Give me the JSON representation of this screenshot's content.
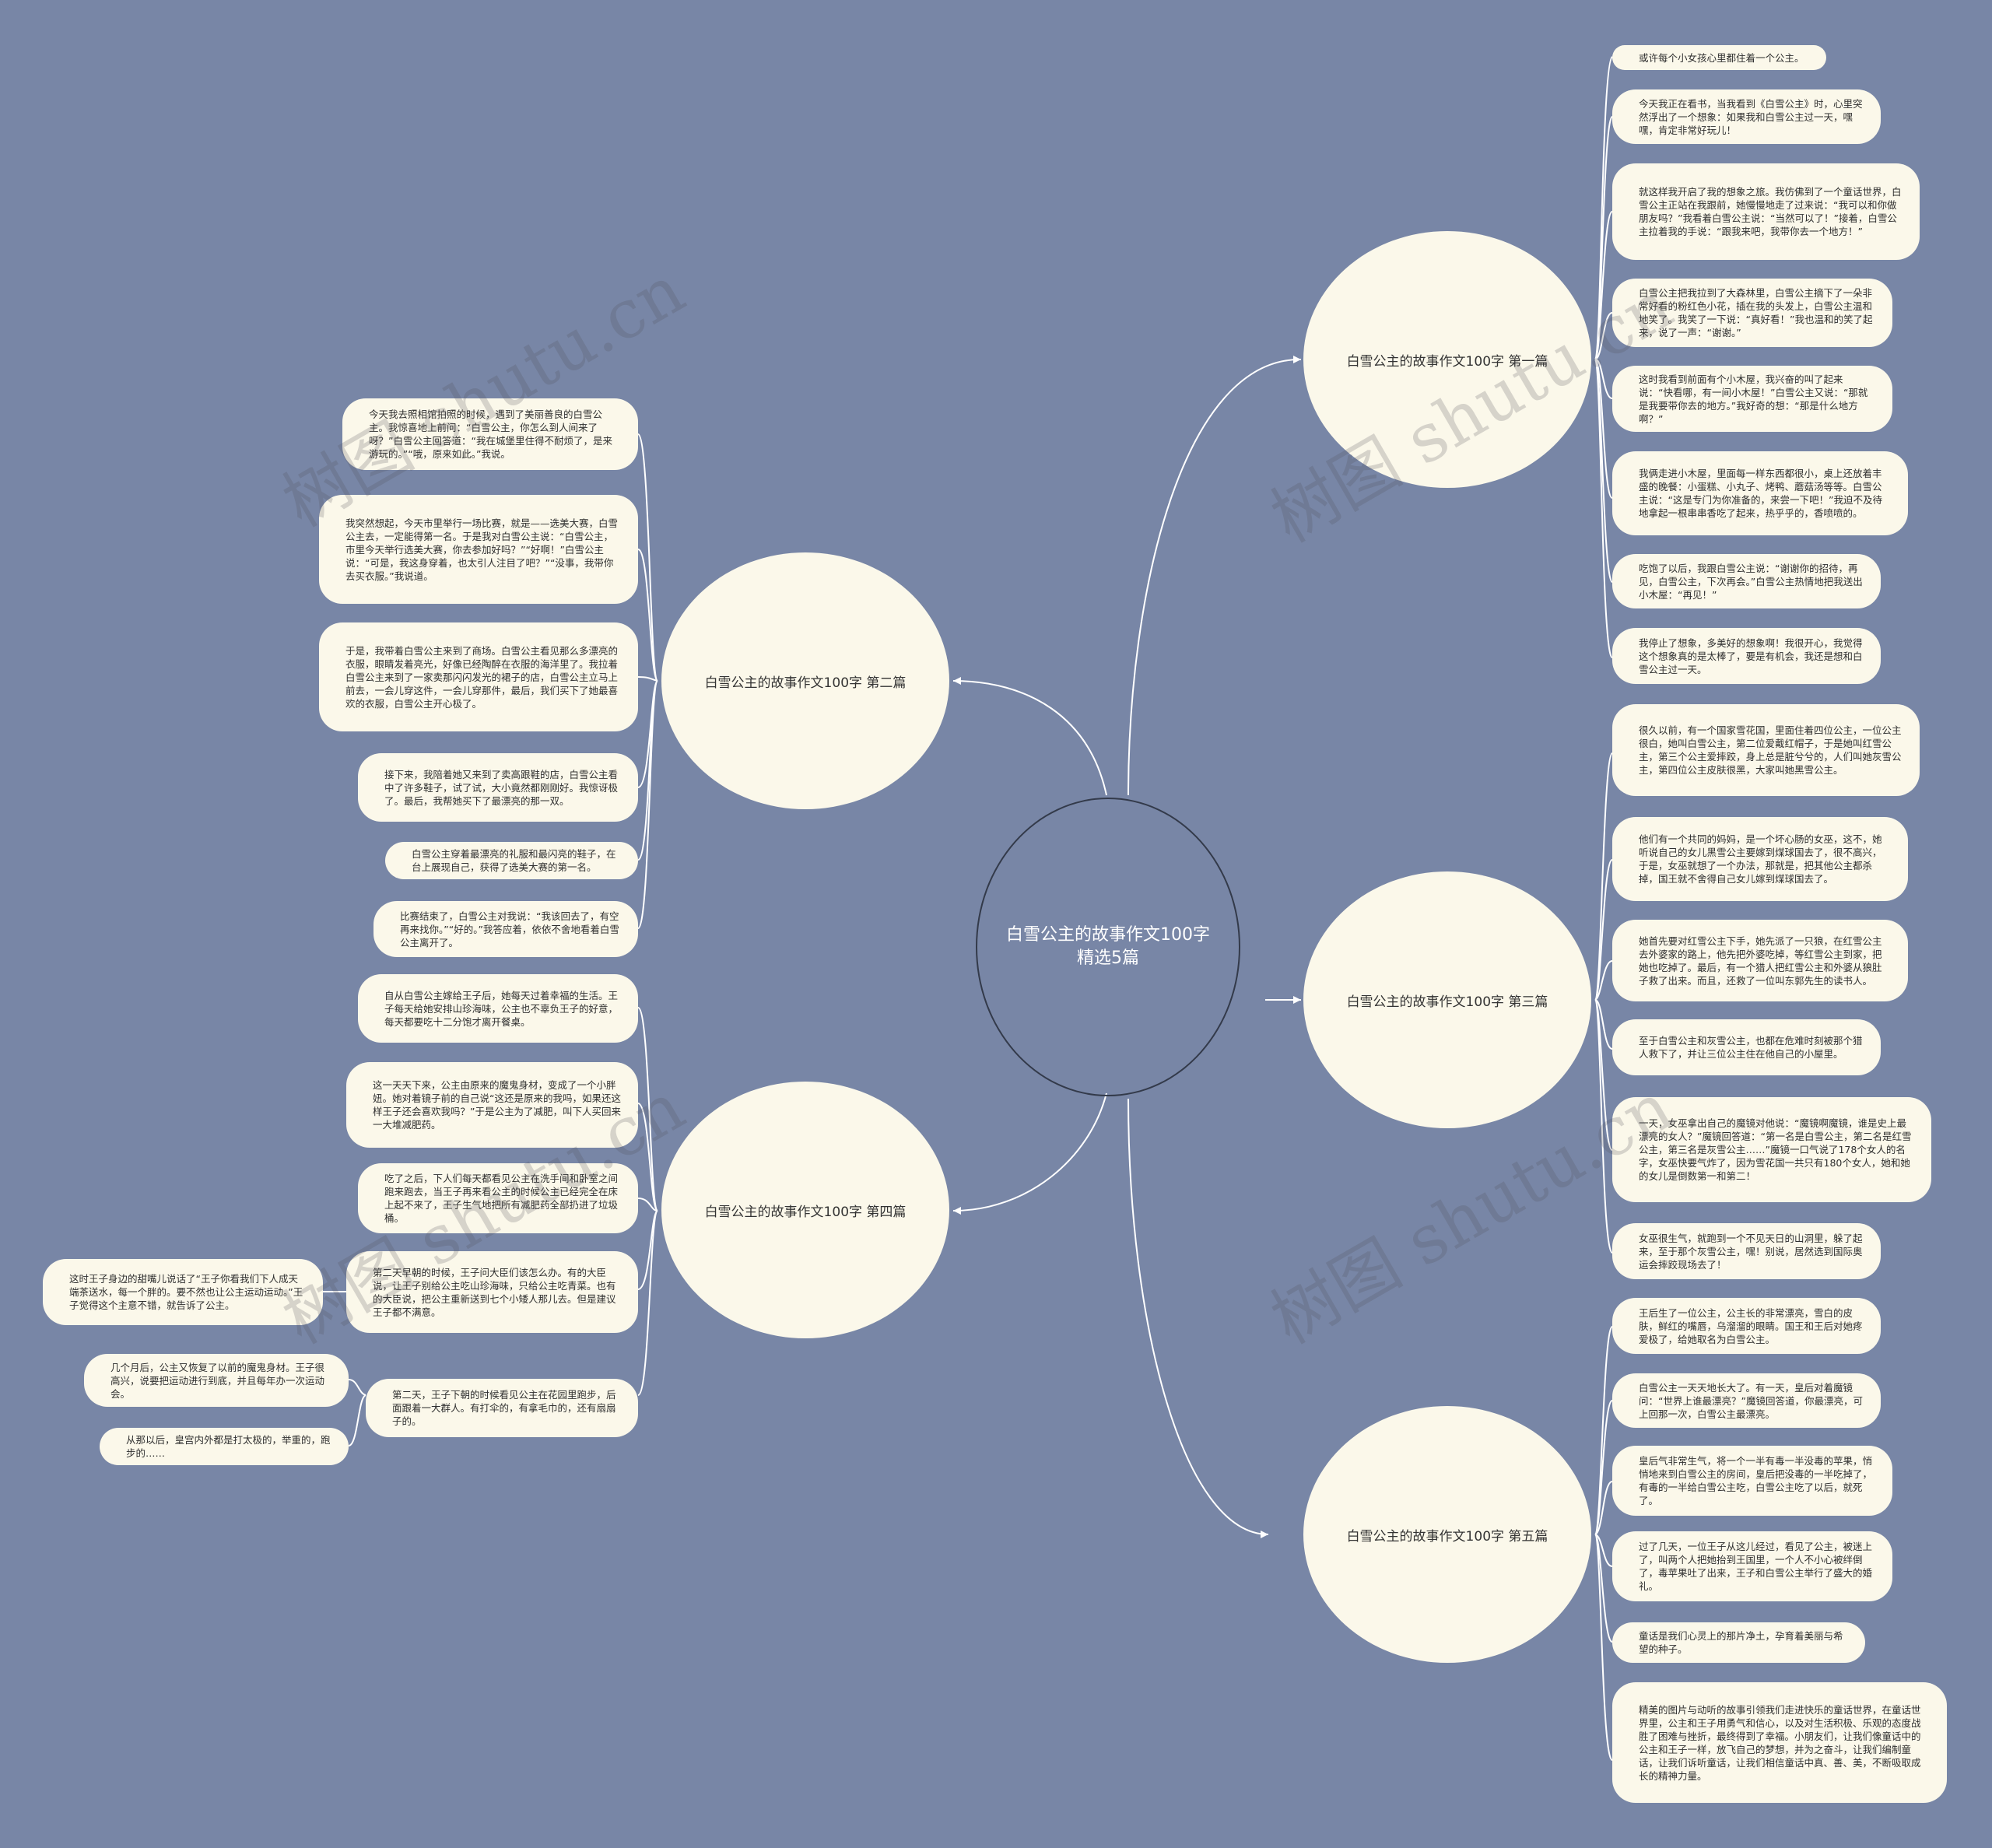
{
  "center": "白雪公主的故事作文100字精选5篇",
  "branches": [
    {
      "title": "白雪公主的故事作文100字 第一篇",
      "items": [
        "或许每个小女孩心里都住着一个公主。",
        "今天我正在看书，当我看到《白雪公主》时，心里突然浮出了一个想象：如果我和白雪公主过一天，嘿嘿，肯定非常好玩儿！",
        "就这样我开启了我的想象之旅。我仿佛到了一个童话世界，白雪公主正站在我跟前，她慢慢地走了过来说：“我可以和你做朋友吗？”我看着白雪公主说：“当然可以了！”接着，白雪公主拉着我的手说：“跟我来吧，我带你去一个地方！”",
        "白雪公主把我拉到了大森林里，白雪公主摘下了一朵非常好看的粉红色小花，插在我的头发上，白雪公主温和地笑了。我笑了一下说：“真好看！”我也温和的笑了起来，说了一声：“谢谢。”",
        "这时我看到前面有个小木屋，我兴奋的叫了起来说：“快看哪，有一间小木屋！”白雪公主又说：“那就是我要带你去的地方。”我好奇的想：“那是什么地方啊？”",
        "我俩走进小木屋，里面每一样东西都很小，桌上还放着丰盛的晚餐：小蛋糕、小丸子、烤鸭、蘑菇汤等等。白雪公主说：“这是专门为你准备的，来尝一下吧！”我迫不及待地拿起一根串串香吃了起来，热乎乎的，香喷喷的。",
        "吃饱了以后，我跟白雪公主说：“谢谢你的招待，再见，白雪公主，下次再会。”白雪公主热情地把我送出小木屋：“再见！”",
        "我停止了想象，多美好的想象啊！我很开心，我觉得这个想象真的是太棒了，要是有机会，我还是想和白雪公主过一天。"
      ]
    },
    {
      "title": "白雪公主的故事作文100字 第二篇",
      "items": [
        "今天我去照相馆拍照的时候，遇到了美丽善良的白雪公主。我惊喜地上前问：“白雪公主，你怎么到人间来了呀？”白雪公主回答道：“我在城堡里住得不耐烦了，是来游玩的。”“哦，原来如此。”我说。",
        "我突然想起，今天市里举行一场比赛，就是——选美大赛，白雪公主去，一定能得第一名。于是我对白雪公主说：“白雪公主，市里今天举行选美大赛，你去参加好吗？”“好啊！”白雪公主说：“可是，我这身穿着，也太引人注目了吧？”“没事，我带你去买衣服。”我说道。",
        "于是，我带着白雪公主来到了商场。白雪公主看见那么多漂亮的衣服，眼睛发着亮光，好像已经陶醉在衣服的海洋里了。我拉着白雪公主来到了一家卖那闪闪发光的裙子的店，白雪公主立马上前去，一会儿穿这件，一会儿穿那件，最后，我们买下了她最喜欢的衣服，白雪公主开心极了。",
        "接下来，我陪着她又来到了卖高跟鞋的店，白雪公主看中了许多鞋子，试了试，大小竟然都刚刚好。我惊讶极了。最后，我帮她买下了最漂亮的那一双。",
        "白雪公主穿着最漂亮的礼服和最闪亮的鞋子，在台上展现自己，获得了选美大赛的第一名。",
        "比赛结束了，白雪公主对我说：“我该回去了，有空再来找你。”“好的。”我答应着，依依不舍地看着白雪公主离开了。"
      ]
    },
    {
      "title": "白雪公主的故事作文100字 第三篇",
      "items": [
        "很久以前，有一个国家雪花国，里面住着四位公主，一位公主很白，她叫白雪公主，第二位爱戴红帽子，于是她叫红雪公主，第三个公主爱摔跤，身上总是脏兮兮的，人们叫她灰雪公主，第四位公主皮肤很黑，大家叫她黑雪公主。",
        "他们有一个共同的妈妈，是一个坏心肠的女巫，这不，她听说自己的女儿黑雪公主要嫁到煤球国去了，很不高兴，于是，女巫就想了一个办法，那就是，把其他公主都杀掉，国王就不舍得自己女儿嫁到煤球国去了。",
        "她首先要对红雪公主下手，她先派了一只狼，在红雪公主去外婆家的路上，他先把外婆吃掉，等红雪公主到家，把她也吃掉了。最后，有一个猎人把红雪公主和外婆从狼肚子救了出来。而且，还救了一位叫东郭先生的读书人。",
        "至于白雪公主和灰雪公主，也都在危难时刻被那个猎人救下了，并让三位公主住在他自己的小屋里。",
        "一天，女巫拿出自己的魔镜对他说：“魔镜啊魔镜，谁是史上最漂亮的女人？”魔镜回答道：“第一名是白雪公主，第二名是红雪公主，第三名是灰雪公主……”魔镜一口气说了178个女人的名字，女巫快要气炸了，因为雪花国一共只有180个女人，她和她的女儿是倒数第一和第二！",
        "女巫很生气，就跑到一个不见天日的山洞里，躲了起来，至于那个灰雪公主，嘿！别说，居然选到国际奥运会摔跤现场去了！"
      ]
    },
    {
      "title": "白雪公主的故事作文100字 第四篇",
      "items": [
        "自从白雪公主嫁给王子后，她每天过着幸福的生活。王子每天给她安排山珍海味，公主也不辜负王子的好意，每天都要吃十二分饱才离开餐桌。",
        "这一天天下来，公主由原来的魔鬼身材，变成了一个小胖妞。她对着镜子前的自己说“这还是原来的我吗，如果还这样王子还会喜欢我吗？”于是公主为了减肥，叫下人买回来一大堆减肥药。",
        "吃了之后，下人们每天都看见公主在洗手间和卧室之间跑来跑去，当王子再来看公主的时候公主已经完全在床上起不来了，王子生气地把所有减肥药全部扔进了垃圾桶。",
        "第二天早朝的时候，王子问大臣们该怎么办。有的大臣说，让王子别给公主吃山珍海味，只给公主吃青菜。也有的大臣说，把公主重新送到七个小矮人那儿去。但是建议王子都不满意。",
        "第二天，王子下朝的时候看见公主在花园里跑步，后面跟着一大群人。有打伞的，有拿毛巾的，还有扇扇子的。"
      ],
      "sub_items": [
        "这时王子身边的甜嘴儿说话了“王子你看我们下人成天端茶送水，每一个胖的。要不然也让公主运动运动。”王子觉得这个主意不错，就告诉了公主。",
        "几个月后，公主又恢复了以前的魔鬼身材。王子很高兴，说要把运动进行到底，并且每年办一次运动会。",
        "从那以后，皇宫内外都是打太极的，举重的，跑步的……"
      ]
    },
    {
      "title": "白雪公主的故事作文100字 第五篇",
      "items": [
        "王后生了一位公主，公主长的非常漂亮，雪白的皮肤，鲜红的嘴唇，乌溜溜的眼睛。国王和王后对她疼爱极了，给她取名为白雪公主。",
        "白雪公主一天天地长大了。有一天，皇后对着魔镜问：“世界上谁最漂亮？”魔镜回答道，你最漂亮，可上回那一次，白雪公主最漂亮。",
        "皇后气非常生气，将一个一半有毒一半没毒的苹果，悄悄地来到白雪公主的房间，皇后把没毒的一半吃掉了，有毒的一半给白雪公主吃，白雪公主吃了以后，就死了。",
        "过了几天，一位王子从这儿经过，看见了公主，被迷上了，叫两个人把她抬到王国里，一个人不小心被绊倒了，毒苹果吐了出来，王子和白雪公主举行了盛大的婚礼。",
        "童话是我们心灵上的那片净土，孕育着美丽与希望的种子。",
        "精美的图片与动听的故事引领我们走进快乐的童话世界，在童话世界里，公主和王子用勇气和信心，以及对生活积极、乐观的态度战胜了困难与挫折，最终得到了幸福。小朋友们，让我们像童话中的公主和王子一样，放飞自己的梦想，并为之奋斗，让我们编制童话，让我们诉听童话，让我们相信童话中真、善、美，不断吸取成长的精神力量。"
      ]
    }
  ],
  "watermark": "树图 shutu.cn"
}
